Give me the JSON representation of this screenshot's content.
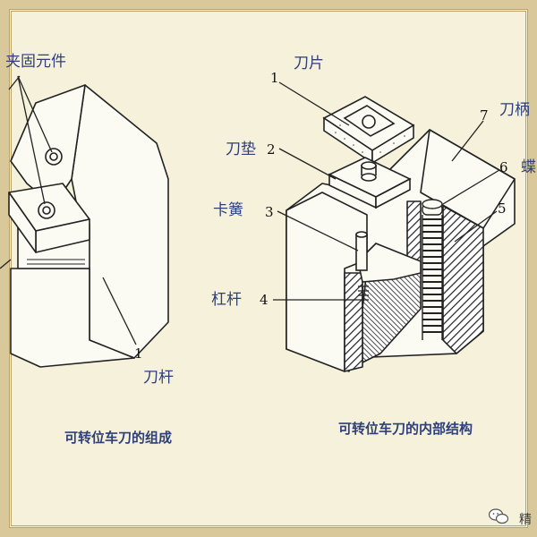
{
  "left_figure": {
    "label_clamp": "夹固元件",
    "label_shank": "刀杆",
    "num_shank": "1",
    "caption": "可转位车刀的组成"
  },
  "right_figure": {
    "parts": [
      {
        "num": "1",
        "label": "刀片"
      },
      {
        "num": "2",
        "label": "刀垫"
      },
      {
        "num": "3",
        "label": "卡簧"
      },
      {
        "num": "4",
        "label": "杠杆"
      },
      {
        "num": "5",
        "label": ""
      },
      {
        "num": "6",
        "label": "蝶"
      },
      {
        "num": "7",
        "label": "刀柄"
      }
    ],
    "caption": "可转位车刀的内部结构"
  },
  "watermark": {
    "icon": "wechat-icon",
    "text": "精"
  },
  "colors": {
    "background": "#f5f1da",
    "frame": "#d9c89a",
    "label_text": "#2e3f7a",
    "line": "#222222"
  }
}
